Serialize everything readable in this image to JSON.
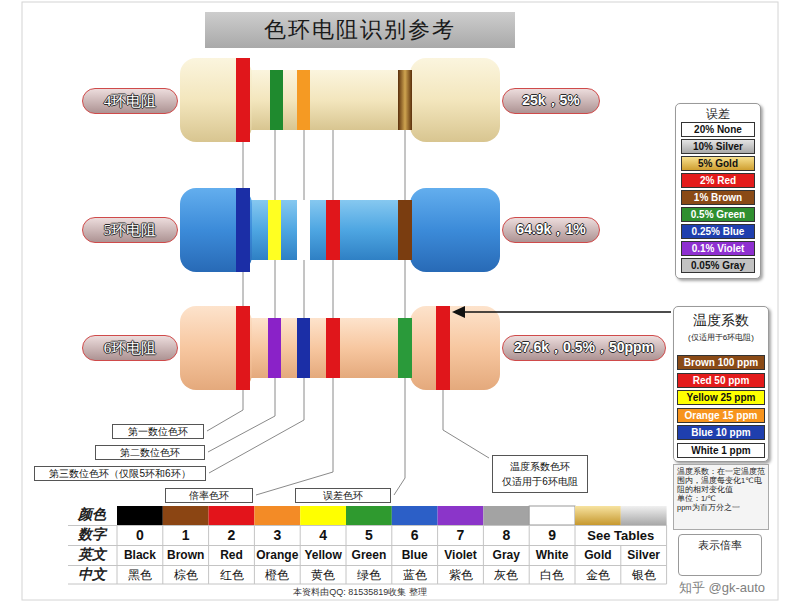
{
  "diagram": {
    "title": "色环电阻识别参考",
    "nodes": [
      {
        "text": [
          "4环电阻"
        ]
      },
      {
        "text": [
          "25k，5%"
        ]
      },
      {
        "text": [
          "5环电阻"
        ]
      },
      {
        "text": [
          "64.9k，1%"
        ]
      },
      {
        "text": [
          "6环电阻"
        ]
      },
      {
        "text": [
          "27.6k，0.5%，50ppm"
        ]
      },
      {
        "text": [
          "误差"
        ]
      },
      {
        "text": [
          "20% None"
        ],
        "in": 6
      },
      {
        "text": [
          "10% Silver"
        ],
        "in": 6
      },
      {
        "text": [
          "5% Gold"
        ],
        "in": 6
      },
      {
        "text": [
          "2% Red"
        ],
        "in": 6
      },
      {
        "text": [
          "1% Brown"
        ],
        "in": 6
      },
      {
        "text": [
          "0.5% Green"
        ],
        "in": 6
      },
      {
        "text": [
          "0.25% Blue"
        ],
        "in": 6
      },
      {
        "text": [
          "0.1% Violet"
        ],
        "in": 6
      },
      {
        "text": [
          "0.05% Gray"
        ],
        "in": 6
      },
      {
        "text": [
          "温度系数",
          "(仅适用于6环电阻)"
        ]
      },
      {
        "text": [
          "Brown 100 ppm"
        ],
        "in": 16
      },
      {
        "text": [
          "Red 50 ppm"
        ],
        "in": 16
      },
      {
        "text": [
          "Yellow 25 ppm"
        ],
        "in": 16
      },
      {
        "text": [
          "Orange 15 ppm"
        ],
        "in": 16
      },
      {
        "text": [
          "Blue 10 ppm"
        ],
        "in": 16
      },
      {
        "text": [
          "White 1 ppm"
        ],
        "in": 16
      },
      {
        "text": [
          "温度系数：在一定温度范围内，温度每变化1℃电阻的相对变化值",
          "单位：1/℃",
          "ppm为百万分之一"
        ]
      },
      {
        "text": [
          "表示倍率"
        ]
      },
      {
        "text": [
          "第一数位色环"
        ]
      },
      {
        "text": [
          "第二数位色环"
        ]
      },
      {
        "text": [
          "第三数位色环（仅限5环和6环）"
        ]
      },
      {
        "text": [
          "倍率色环"
        ]
      },
      {
        "text": [
          "误差色环"
        ]
      },
      {
        "text": [
          "温度系数色环 仅适用于6环电阻"
        ]
      }
    ],
    "labels": [
      "颜色",
      "数字",
      "英文",
      "中文",
      "0",
      "1",
      "2",
      "3",
      "4",
      "5",
      "6",
      "7",
      "8",
      "9",
      "See Tables",
      "Black",
      "Brown",
      "Red",
      "Orange",
      "Yellow",
      "Green",
      "Blue",
      "Violet",
      "Gray",
      "White",
      "Gold",
      "Silver",
      "黑色",
      "棕色",
      "红色",
      "橙色",
      "黄色",
      "绿色",
      "蓝色",
      "紫色",
      "灰色",
      "白色",
      "金色",
      "银色",
      "本资料由QQ: 81535819收集 整理",
      "知乎 @gk-auto"
    ]
  }
}
